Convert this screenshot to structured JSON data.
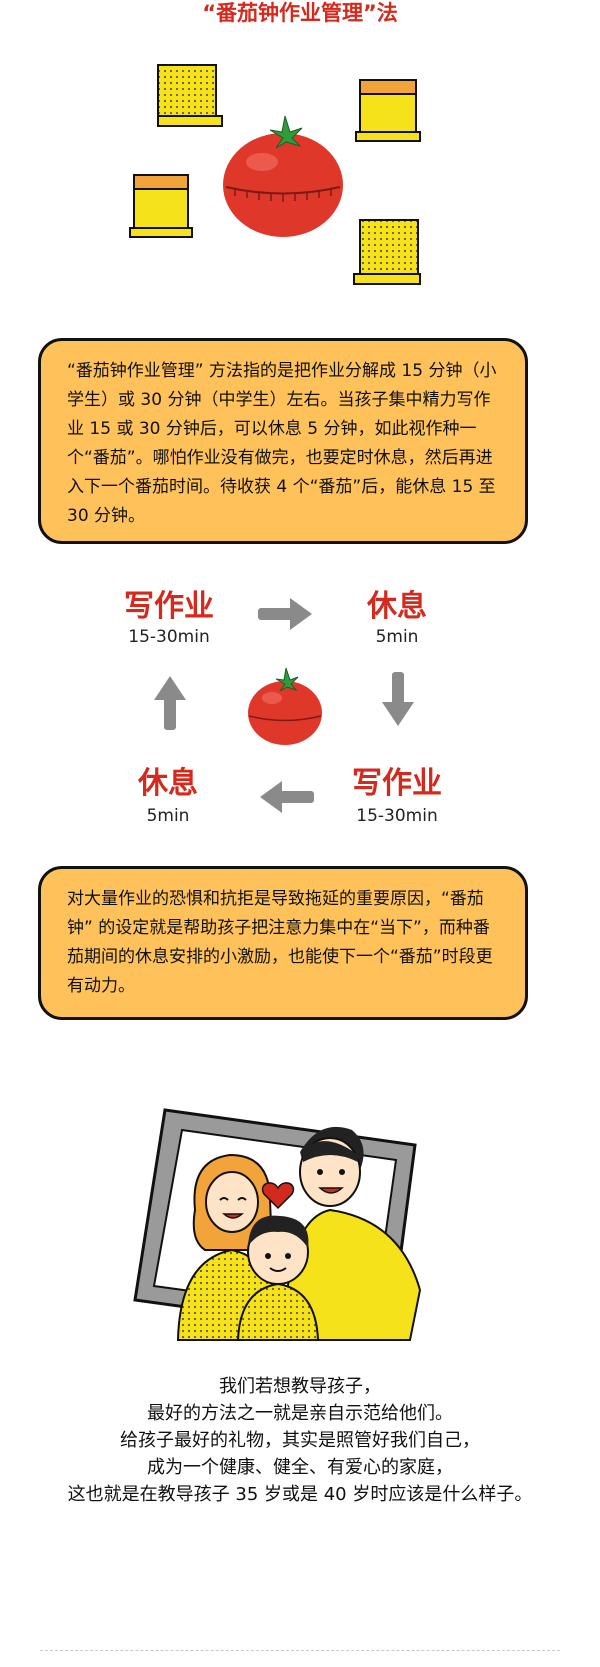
{
  "header": {
    "title": "“番茄钟作业管理”法"
  },
  "intro_box": {
    "text": "“番茄钟作业管理” 方法指的是把作业分解成 15 分钟（小学生）或 30 分钟（中学生）左右。当孩子集中精力写作业 15 或 30 分钟后，可以休息 5 分钟，如此视作种一个“番茄”。哪怕作业没有做完，也要定时休息，然后再进入下一个番茄时间。待收获 4 个“番茄”后，能休息 15 至 30 分钟。"
  },
  "cycle": {
    "top_left": {
      "label": "写作业",
      "time": "15-30min"
    },
    "top_right": {
      "label": "休息",
      "time": "5min"
    },
    "bottom_right": {
      "label": "写作业",
      "time": "15-30min"
    },
    "bottom_left": {
      "label": "休息",
      "time": "5min"
    },
    "arrow_color": "#8a8a8a"
  },
  "reason_box": {
    "text": "对大量作业的恐惧和抗拒是导致拖延的重要原因，“番茄钟” 的设定就是帮助孩子把注意力集中在“当下”，而种番茄期间的休息安排的小激励，也能使下一个“番茄”时段更有动力。"
  },
  "closing": {
    "lines": [
      "我们若想教导孩子，",
      "最好的方法之一就是亲自示范给他们。",
      "给孩子最好的礼物，其实是照管好我们自己，",
      "成为一个健康、健全、有爱心的家庭，",
      "这也就是在教导孩子 35 岁或是 40 岁时应该是什么样子。"
    ]
  },
  "colors": {
    "accent_red": "#d42a1e",
    "box_fill": "#ffc25a",
    "note_yellow": "#f5e21b",
    "note_orange": "#f2a43a"
  }
}
